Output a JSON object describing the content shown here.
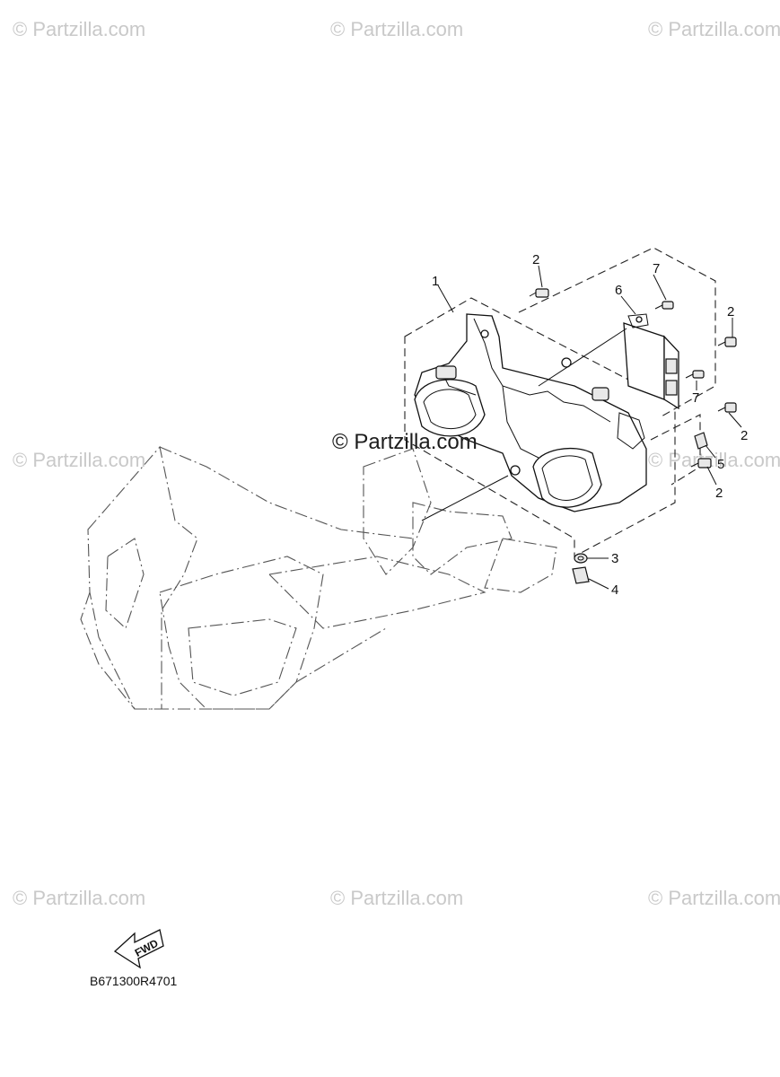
{
  "watermark": {
    "text": "© Partzilla.com"
  },
  "callouts": {
    "c1": "1",
    "c2a": "2",
    "c2b": "2",
    "c2c": "2",
    "c2d": "2",
    "c3": "3",
    "c4": "4",
    "c5": "5",
    "c6": "6",
    "c7a": "7",
    "c7b": "7"
  },
  "fwd_label": "FWD",
  "diagram_code": "B671300R4701"
}
